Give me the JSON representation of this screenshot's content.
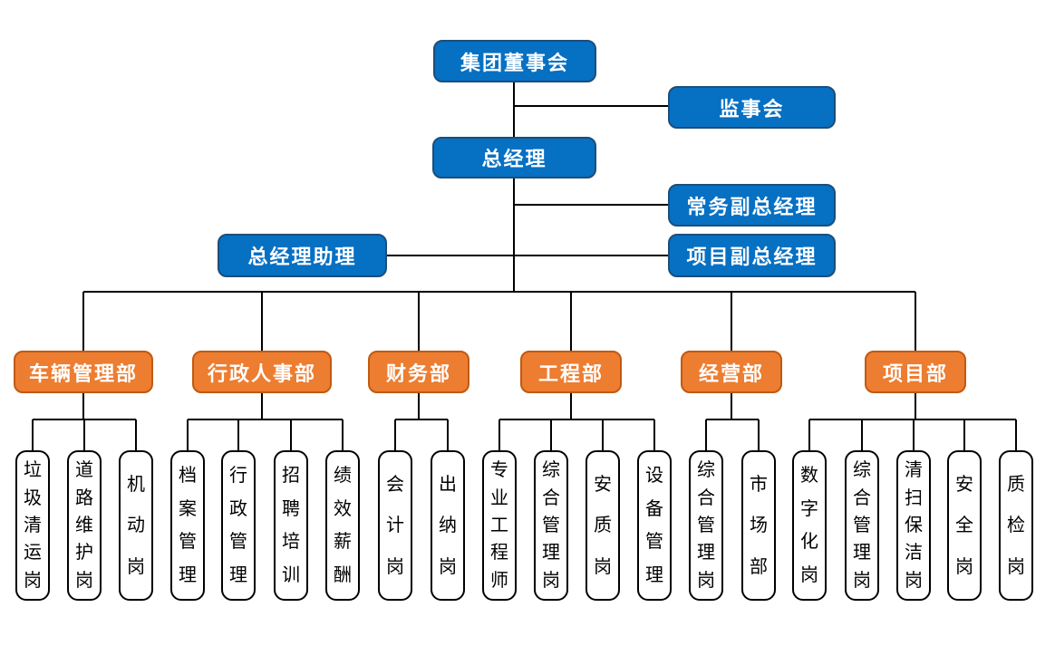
{
  "org": {
    "nodes": {
      "board": "集团董事会",
      "supervisory_board": "监事会",
      "general_manager": "总经理",
      "executive_deputy_gm": "常务副总经理",
      "gm_assistant": "总经理助理",
      "project_deputy_gm": "项目副总经理"
    },
    "departments": [
      {
        "label": "车辆管理部",
        "posts": [
          "垃圾清运岗",
          "道路维护岗",
          "机动岗"
        ]
      },
      {
        "label": "行政人事部",
        "posts": [
          "档案管理",
          "行政管理",
          "招聘培训",
          "绩效薪酬"
        ]
      },
      {
        "label": "财务部",
        "posts": [
          "会计岗",
          "出纳岗"
        ]
      },
      {
        "label": "工程部",
        "posts": [
          "专业工程师",
          "综合管理岗",
          "安质岗",
          "设备管理"
        ]
      },
      {
        "label": "经营部",
        "posts": [
          "综合管理岗",
          "市场部"
        ]
      },
      {
        "label": "项目部",
        "posts": [
          "数字化岗",
          "综合管理岗",
          "清扫保洁岗",
          "安全岗",
          "质检岗"
        ]
      }
    ],
    "colors": {
      "level1_fill": "#0670C3",
      "level1_border": "#1C4E79",
      "dept_fill": "#ED7D31",
      "dept_border": "#C05A11",
      "leaf_fill": "#FFFFFF",
      "leaf_border": "#000000",
      "connector": "#000000",
      "text_on_fill": "#FFFFFF",
      "leaf_text": "#000000",
      "background": "#FFFFFF"
    }
  }
}
